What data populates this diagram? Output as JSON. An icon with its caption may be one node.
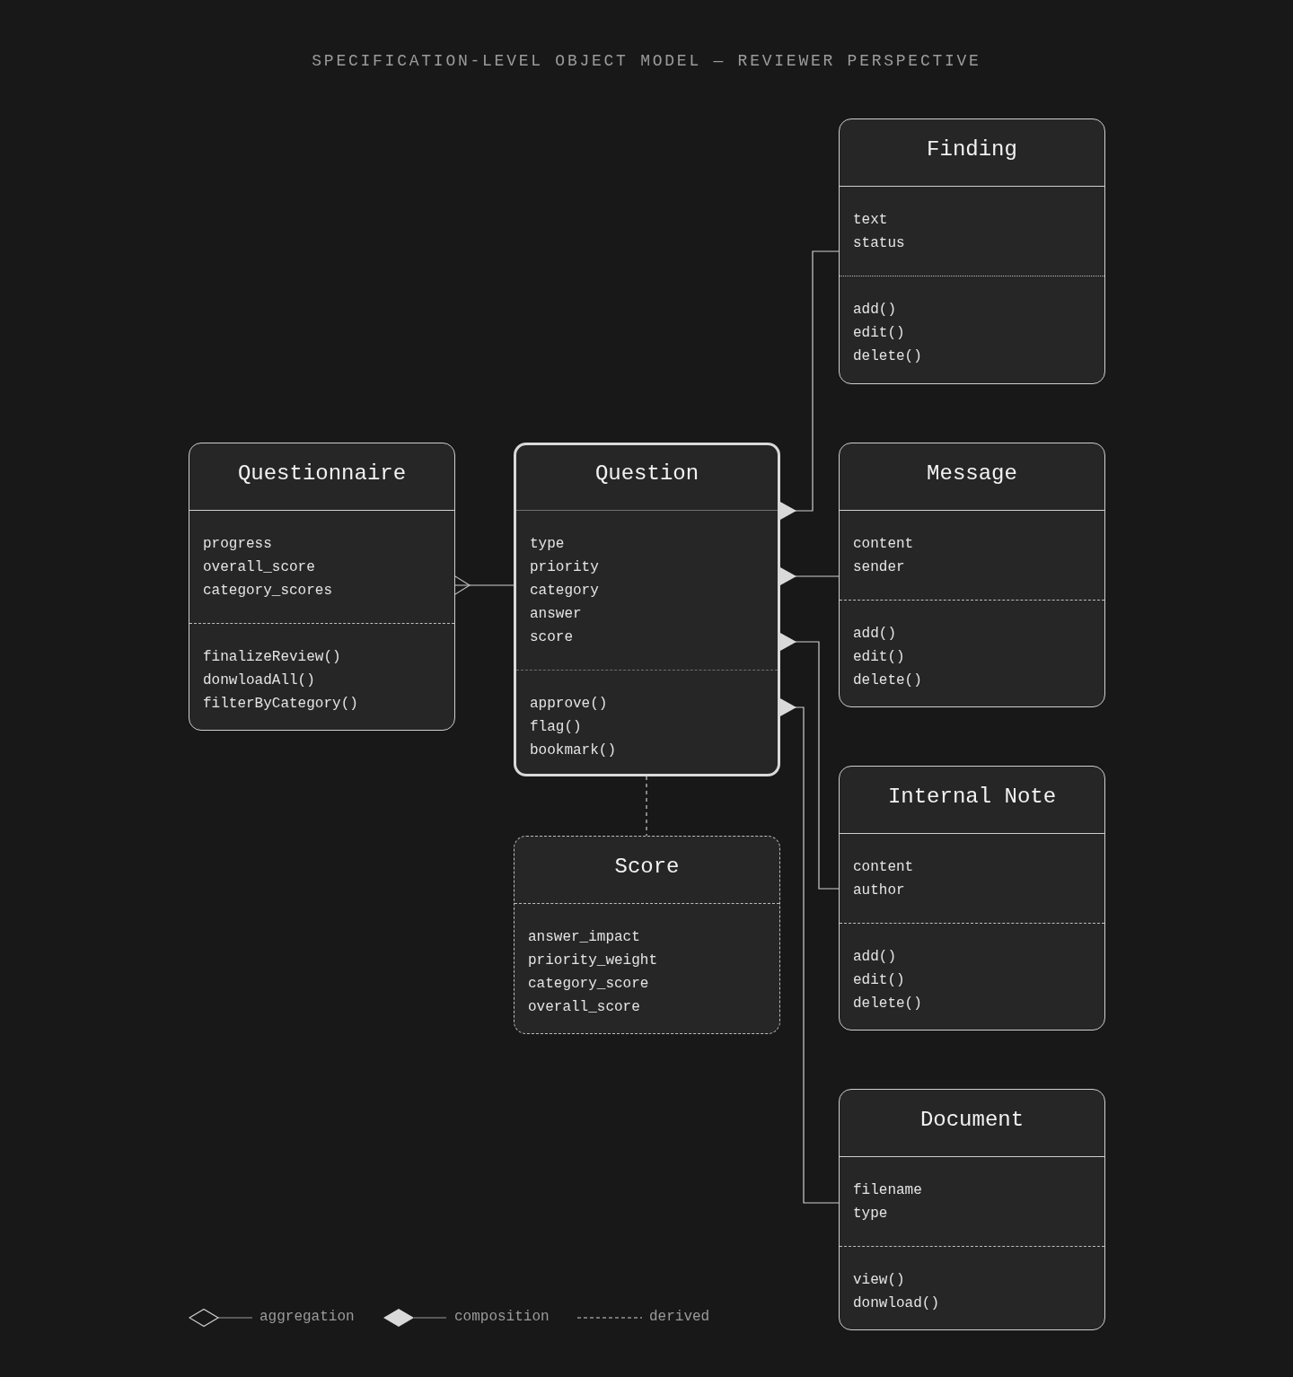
{
  "diagram": {
    "title": "SPECIFICATION-LEVEL OBJECT MODEL — REVIEWER PERSPECTIVE",
    "nodes": [
      {
        "text": [
          "Questionnaire",
          "progress overall_score category_scores",
          "finalizeReview() donwloadAll() filterByCategory()"
        ]
      },
      {
        "text": [
          "Question",
          "type priority category answer score",
          "approve() flag() bookmark()"
        ]
      },
      {
        "text": [
          "Score",
          "answer_impact priority_weight category_score overall_score"
        ]
      },
      {
        "text": [
          "Finding",
          "text status",
          "add() edit() delete()"
        ]
      },
      {
        "text": [
          "Message",
          "content sender",
          "add() edit() delete()"
        ]
      },
      {
        "text": [
          "Internal Note",
          "content author",
          "add() edit() delete()"
        ]
      },
      {
        "text": [
          "Document",
          "filename type",
          "view() donwload()"
        ]
      }
    ],
    "edges": [
      {
        "from": 0,
        "to": 1,
        "arrow": "other"
      },
      {
        "from": 1,
        "to": 3,
        "arrow": "other"
      },
      {
        "from": 1,
        "to": 4,
        "arrow": "other"
      },
      {
        "from": 1,
        "to": 5,
        "arrow": "other"
      },
      {
        "from": 1,
        "to": 6,
        "arrow": "other"
      },
      {
        "from": 1,
        "to": 2,
        "arrow": "none",
        "style": "dashed"
      }
    ],
    "legend": [
      {
        "text": "aggregation"
      },
      {
        "text": "composition"
      },
      {
        "text": "derived"
      }
    ]
  }
}
